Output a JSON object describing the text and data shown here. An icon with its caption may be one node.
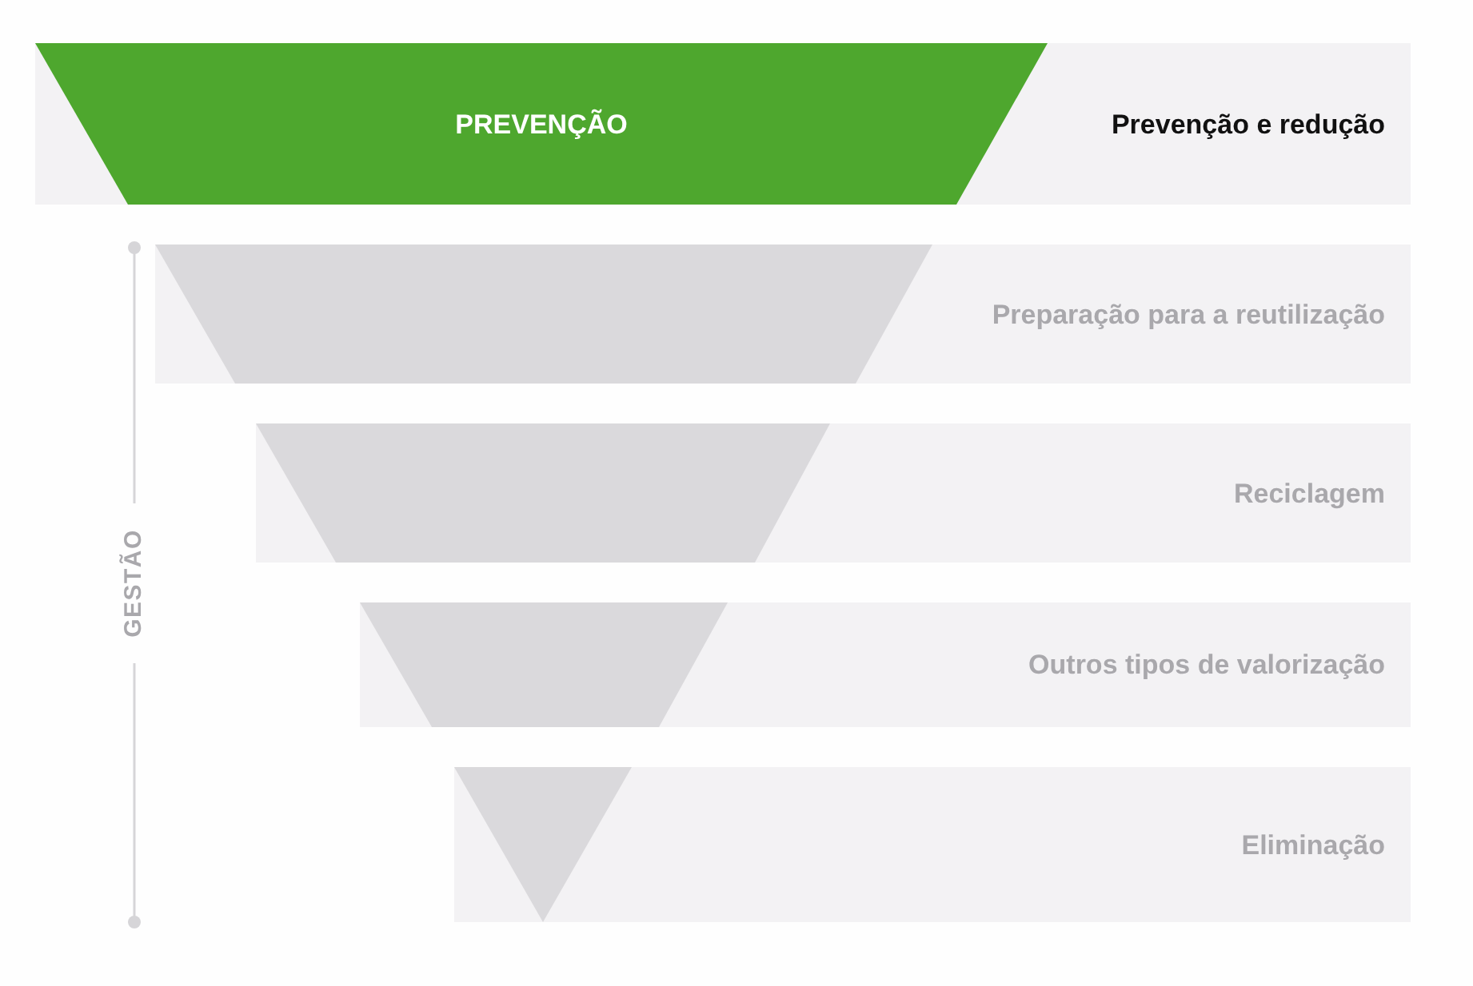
{
  "diagram": {
    "nodes": [
      {
        "text": [
          "Prevenção e redução"
        ]
      },
      {
        "text": [
          "PREVENÇÃO"
        ],
        "in": 0
      },
      {
        "text": [
          "Preparação para a reutilização"
        ]
      },
      {
        "text": [],
        "shape": "trapezoid",
        "in": 2
      },
      {
        "text": [
          "Reciclagem"
        ]
      },
      {
        "text": [],
        "shape": "trapezoid",
        "in": 4
      },
      {
        "text": [
          "Outros tipos de valorização"
        ]
      },
      {
        "text": [],
        "shape": "trapezoid",
        "in": 6
      },
      {
        "text": [
          "Eliminação"
        ]
      },
      {
        "text": [],
        "shape": "triangle",
        "in": 8
      }
    ],
    "labels": [
      "GESTÃO"
    ]
  }
}
